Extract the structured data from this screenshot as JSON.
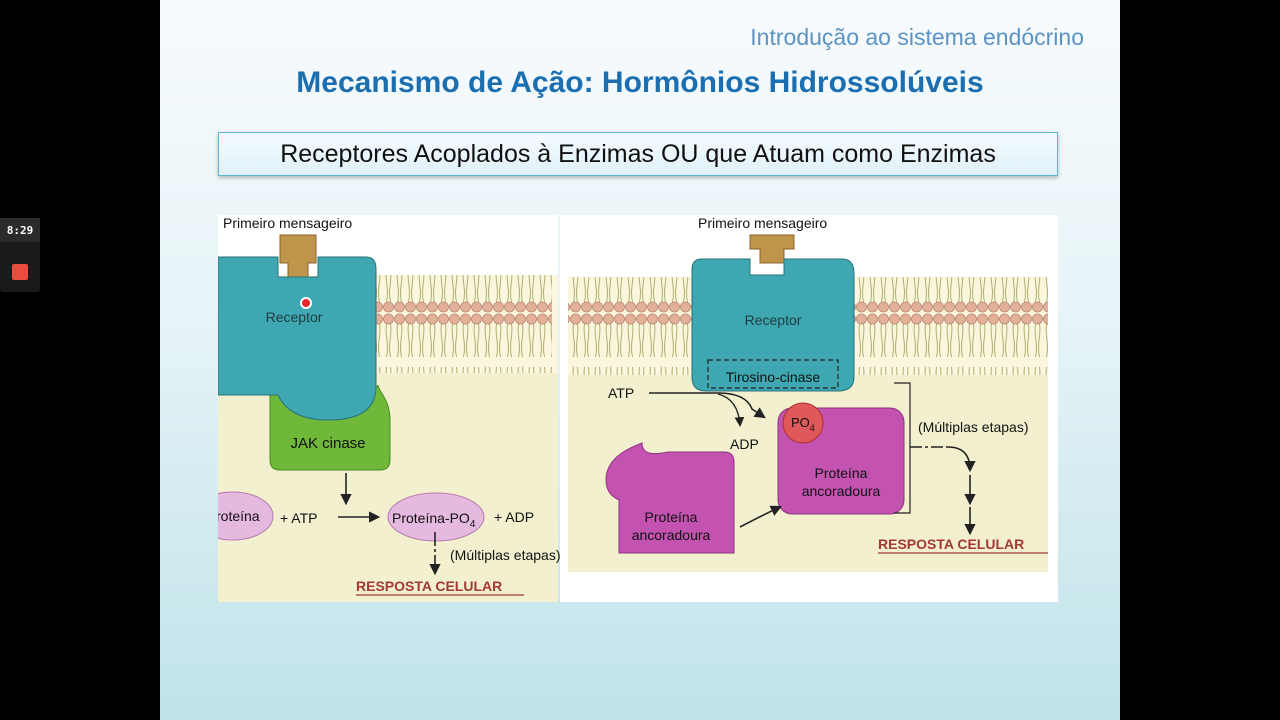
{
  "slide": {
    "header_sub": "Introdução ao sistema endócrino",
    "title": "Mecanismo de Ação: Hormônios Hidrossolúveis",
    "subtitle": "Receptores Acoplados à Enzimas OU que Atuam como Enzimas"
  },
  "left_diagram": {
    "first_messenger": "Primeiro mensageiro",
    "receptor": "Receptor",
    "enzyme": "JAK cinase",
    "substrate": "roteína",
    "atp": "+ ATP",
    "product": "Proteína-PO",
    "product_sub": "4",
    "adp": "+ ADP",
    "steps": "(Múltiplas etapas)",
    "response": "RESPOSTA CELULAR"
  },
  "right_diagram": {
    "first_messenger": "Primeiro mensageiro",
    "receptor": "Receptor",
    "enzyme": "Tirosino-cinase",
    "atp": "ATP",
    "adp": "ADP",
    "po4": "PO",
    "po4_sub": "4",
    "anchor_free_line1": "Proteína",
    "anchor_free_line2": "ancoradoura",
    "anchor_bound_line1": "Proteína",
    "anchor_bound_line2": "ancoradoura",
    "steps": "(Múltiplas etapas)",
    "response": "RESPOSTA CELULAR"
  },
  "recorder": {
    "time": "8:29"
  },
  "colors": {
    "title": "#1b6fb0",
    "header_sub": "#5b93c4",
    "receptor": "#3ea7b2",
    "jak": "#6fb83a",
    "anchor_protein": "#c352b1",
    "substrate_oval": "#e6b9e1",
    "response_text": "#a23a32",
    "membrane_head": "#e3b09a"
  }
}
